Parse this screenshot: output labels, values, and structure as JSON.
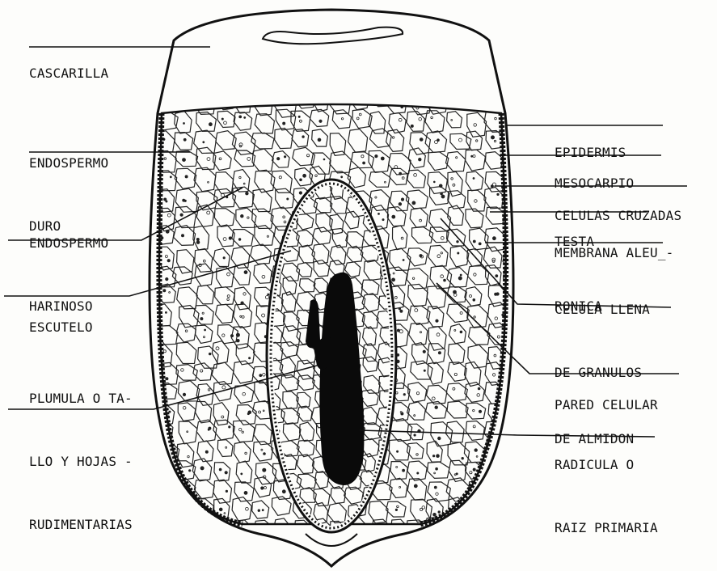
{
  "diagram": {
    "left_labels": [
      {
        "id": "cascarilla",
        "lines": [
          "CASCARILLA"
        ]
      },
      {
        "id": "endospermo-duro",
        "lines": [
          "ENDOSPERMO",
          "DURO"
        ]
      },
      {
        "id": "endospermo-harinoso",
        "lines": [
          "ENDOSPERMO",
          "HARINOSO"
        ]
      },
      {
        "id": "escutelo",
        "lines": [
          "ESCUTELO"
        ]
      },
      {
        "id": "plumula",
        "lines": [
          "PLUMULA O TA-",
          "LLO Y HOJAS -",
          "RUDIMENTARIAS"
        ]
      }
    ],
    "right_labels": [
      {
        "id": "epidermis",
        "lines": [
          "EPIDERMIS"
        ]
      },
      {
        "id": "mesocarpio",
        "lines": [
          "MESOCARPIO"
        ]
      },
      {
        "id": "celulas-cruzadas",
        "lines": [
          "CELULAS CRUZADAS"
        ]
      },
      {
        "id": "testa",
        "lines": [
          "TESTA"
        ]
      },
      {
        "id": "membrana-aleuronica",
        "lines": [
          "MEMBRANA ALEU_-",
          "RONICA"
        ]
      },
      {
        "id": "celula-llena",
        "lines": [
          "CELULA LLENA",
          "DE GRANULOS",
          "DE ALMIDON"
        ]
      },
      {
        "id": "pared-celular",
        "lines": [
          "PARED CELULAR"
        ]
      },
      {
        "id": "radicula",
        "lines": [
          "RADICULA O",
          "RAIZ PRIMARIA"
        ]
      }
    ],
    "colors": {
      "ink": "#111111",
      "paper": "#fdfdfb"
    }
  }
}
